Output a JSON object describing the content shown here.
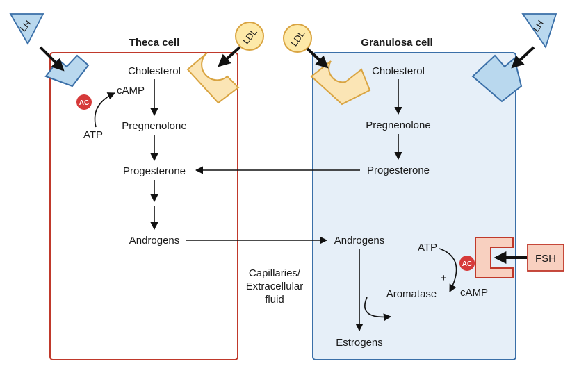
{
  "theca": {
    "title": "Theca cell",
    "cholesterol": "Cholesterol",
    "camp": "cAMP",
    "atp": "ATP",
    "pregnenolone": "Pregnenolone",
    "progesterone": "Progesterone",
    "androgens": "Androgens",
    "lh": "LH",
    "ldl": "LDL",
    "ac": "AC"
  },
  "granulosa": {
    "title": "Granulosa cell",
    "cholesterol": "Cholesterol",
    "pregnenolone": "Pregnenolone",
    "progesterone": "Progesterone",
    "androgens": "Androgens",
    "estrogens": "Estrogens",
    "aromatase": "Aromatase",
    "atp": "ATP",
    "camp": "cAMP",
    "plus": "+",
    "lh": "LH",
    "ldl": "LDL",
    "fsh": "FSH",
    "ac": "AC"
  },
  "middle": {
    "label_line1": "Capillaries/",
    "label_line2": "Extracellular",
    "label_line3": "fluid"
  },
  "colors": {
    "theca_border": "#c0392b",
    "granulosa_border": "#3a6fa8",
    "granulosa_fill": "#e6eff8",
    "receptor_blue": "#b9d8ee",
    "receptor_yellow": "#fbe5b5",
    "ldl_fill": "#fde9a8",
    "ac_red": "#d63a3a",
    "fsh_fill": "#f8d0c0"
  }
}
